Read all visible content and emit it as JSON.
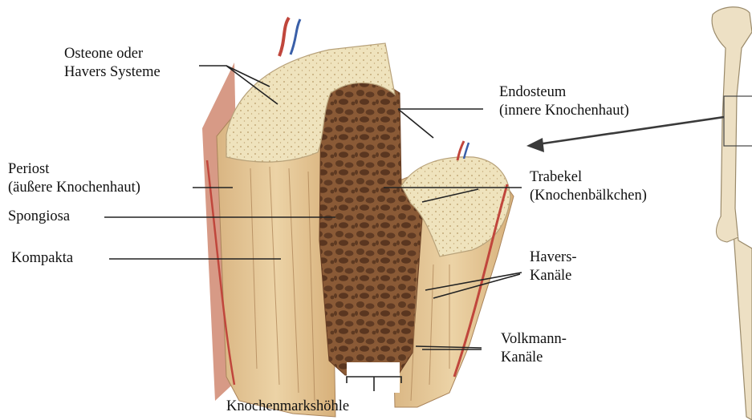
{
  "labels": {
    "osteone": [
      "Osteone oder",
      "Havers Systeme"
    ],
    "endosteum": [
      "Endosteum",
      "(innere Knochenhaut)"
    ],
    "periost": [
      "Periost",
      "(äußere Knochenhaut)"
    ],
    "trabekel": [
      "Trabekel",
      "(Knochenbälkchen)"
    ],
    "spongiosa": "Spongiosa",
    "kompakta": "Kompakta",
    "havers_kanaele": [
      "Havers-",
      "Kanäle"
    ],
    "volkmann_kanaele": [
      "Volkmann-",
      "Kanäle"
    ],
    "markhoehle": "Knochenmarkshöhle"
  },
  "colors": {
    "compact_bone": "#e8c99a",
    "cut_surface": "#efe3bd",
    "spongy_bone": "#a8754a",
    "vessel_red": "#c0463c",
    "vessel_blue": "#3a5fa8",
    "leader_line": "#222222"
  }
}
